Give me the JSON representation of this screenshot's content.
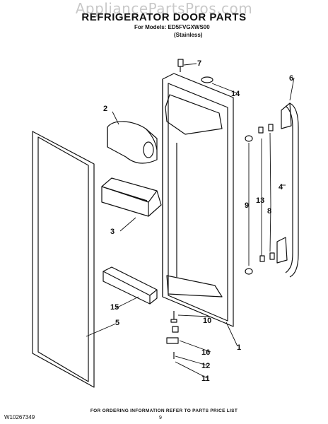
{
  "watermark": "AppliancePartsPros.com",
  "header": {
    "title": "REFRIGERATOR DOOR PARTS",
    "models": "For Models: ED5FVGXWS00",
    "variant": "(Stainless)"
  },
  "callouts": {
    "c1": "1",
    "c2": "2",
    "c3": "3",
    "c4": "4",
    "c5": "5",
    "c6": "6",
    "c7": "7",
    "c8": "8",
    "c9": "9",
    "c10": "10",
    "c11": "11",
    "c12": "12",
    "c13": "13",
    "c14": "14",
    "c15": "15",
    "c16": "16"
  },
  "footer": {
    "note": "FOR ORDERING INFORMATION REFER TO PARTS PRICE LIST",
    "doc_number": "W10267349",
    "page": "9"
  }
}
